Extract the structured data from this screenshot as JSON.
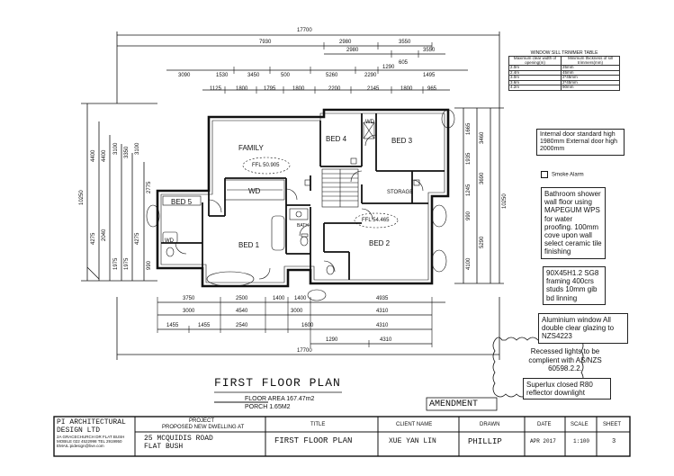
{
  "drawing": {
    "plan_title": "FIRST FLOOR PLAN",
    "floor_area": "FLOOR AREA 167.47m2",
    "porch": "PORCH 1.65M2",
    "amendment": "AMENDMENT"
  },
  "rooms": {
    "family": "FAMILY",
    "bed1": "BED 1",
    "bed2": "BED 2",
    "bed3": "BED 3",
    "bed4": "BED 4",
    "bed5": "BED 5",
    "wd_main": "WD",
    "wd_bed5": "WD",
    "wd_bed4": "WD",
    "storage": "STORAGE",
    "bath": "BATH",
    "ffl1": "FFL 50.905",
    "ffl2": "FFL 54.465"
  },
  "top_dims": {
    "overall": "17700",
    "row2": [
      "7930",
      "2980",
      "3550"
    ],
    "row3": [
      "2980",
      "605",
      "3550"
    ],
    "row4": [
      "3090",
      "1530",
      "3450",
      "500",
      "5260",
      "2290",
      "1290",
      "1495"
    ],
    "row5": [
      "1125",
      "1800",
      "1795",
      "1800",
      "2200",
      "2145",
      "1800",
      "965"
    ]
  },
  "bottom_dims": {
    "row1": [
      "3750",
      "2500",
      "1400",
      "1400",
      "4935"
    ],
    "row2": [
      "3000",
      "4540",
      "3000",
      "4310"
    ],
    "row3": [
      "1455",
      "1455",
      "2540",
      "1600",
      "4310"
    ],
    "row4": [
      "1290",
      "4310"
    ],
    "overall": "17700"
  },
  "left_dims": [
    "10250",
    "4400",
    "4400",
    "3100",
    "3350",
    "3100",
    "2775",
    "4275",
    "2040",
    "1975",
    "1975",
    "4275",
    "990"
  ],
  "right_dims": [
    "10250",
    "3460",
    "1665",
    "1935",
    "3690",
    "1245",
    "990",
    "5290",
    "4100"
  ],
  "sill_table": {
    "title": "WINDOW SILL TRIMMER TABLE",
    "headers": [
      "Maximum clear width of opening(m)",
      "Minimum thickness of sill trimmers(mm)"
    ],
    "rows": [
      [
        "2.0m",
        "25mm"
      ],
      [
        "2.4m",
        "45mm"
      ],
      [
        "3.0m",
        "2*45mm"
      ],
      [
        "3.6m",
        "2*45mm"
      ],
      [
        "4.2m",
        "90mm"
      ]
    ]
  },
  "notes": {
    "doors": "Internal door standard high 1980mm External door high 2000mm",
    "smoke": "Smoke Alarm",
    "bathroom": "Bathroom shower wall floor using MAPEGUM WPS for water proofing. 100mm cove upon wall select ceramic tile finishing",
    "framing": "90X45H1.2 SG8 framing 400crs studs 10mm gib bd linning",
    "windows": "Aluminium window All double clear glazing to NZS4223",
    "lights": "Recessed lights to be complient with AS/NZS 60598.2.2.",
    "downlight": "Superlux closed R80 reflector downlight"
  },
  "titleblock": {
    "company": [
      "PI ARCHITECTURAL",
      "DESIGN LTD",
      "2A GRACECHURCH DR FLAT BUSH",
      "MOBILE 022 4522998 TEL 2919950",
      "EMAIL:pidesign@live.com"
    ],
    "project_head": "PROJECT",
    "project_desc": "PROPOSED NEW DWELLING AT",
    "project_addr1": "25 MCQUIDIS ROAD",
    "project_addr2": "FLAT BUSH",
    "title_head": "TITLE",
    "title_val": "FIRST FLOOR PLAN",
    "client_head": "CLIENT NAME",
    "client_val": "XUE YAN LIN",
    "drawn_head": "DRAWN",
    "drawn_val": "PHILLIP",
    "date_head": "DATE",
    "date_val": "APR 2017",
    "scale_head": "SCALE",
    "scale_val": "1:100",
    "sheet_head": "SHEET",
    "sheet_val": "3"
  }
}
